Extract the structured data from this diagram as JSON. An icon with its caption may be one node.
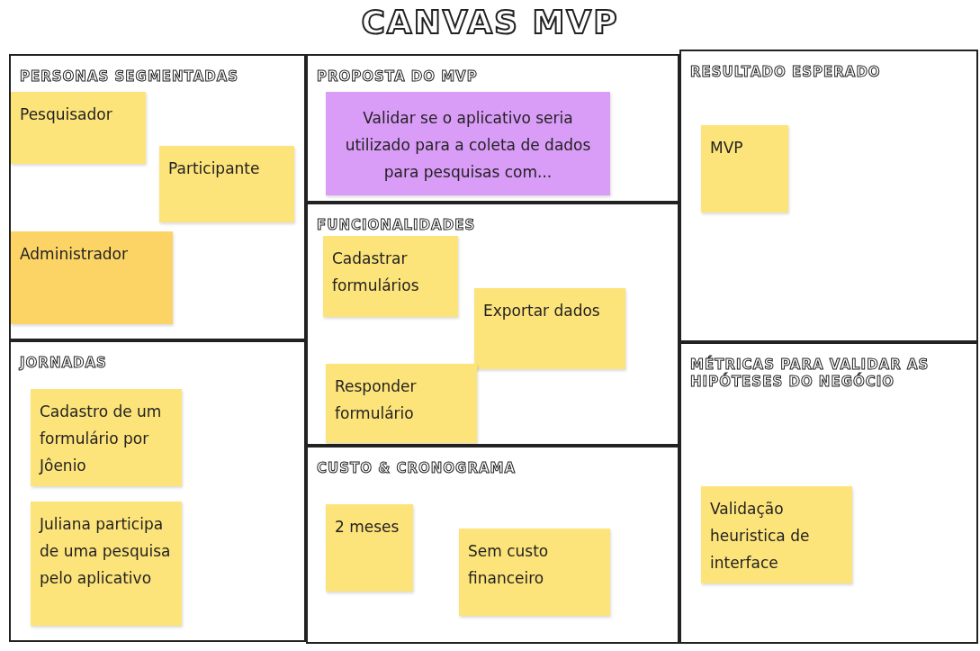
{
  "diagram": {
    "title": "CANVAS MVP",
    "nodes": [
      {
        "text": [
          "PERSONAS SEGMENTADAS"
        ]
      },
      {
        "text": [
          "Pesquisador"
        ],
        "in": 0
      },
      {
        "text": [
          "Participante"
        ],
        "in": 0
      },
      {
        "text": [
          "Administrador"
        ],
        "in": 0
      },
      {
        "text": [
          "PROPOSTA DO MVP"
        ]
      },
      {
        "text": [
          "Validar se o aplicativo seria utilizado para a coleta de dados para pesquisas com..."
        ],
        "in": 4
      },
      {
        "text": [
          "RESULTADO ESPERADO"
        ]
      },
      {
        "text": [
          "MVP"
        ],
        "in": 6
      },
      {
        "text": [
          "FUNCIONALIDADES"
        ]
      },
      {
        "text": [
          "Cadastrar formulários"
        ],
        "in": 8
      },
      {
        "text": [
          "Exportar dados"
        ],
        "in": 8
      },
      {
        "text": [
          "Responder formulário"
        ],
        "in": 8
      },
      {
        "text": [
          "JORNADAS"
        ]
      },
      {
        "text": [
          "Cadastro de um formulário por Jôenio"
        ],
        "in": 12
      },
      {
        "text": [
          "Juliana participa de uma pesquisa pelo aplicativo"
        ],
        "in": 12
      },
      {
        "text": [
          "MÉTRICAS PARA VALIDAR AS HIPÓTESES DO NEGÓCIO"
        ]
      },
      {
        "text": [
          "Validação heuristica de interface"
        ],
        "in": 15
      },
      {
        "text": [
          "CUSTO & CRONOGRAMA"
        ]
      },
      {
        "text": [
          "2 meses"
        ],
        "in": 17
      },
      {
        "text": [
          "Sem custo financeiro"
        ],
        "in": 17
      }
    ],
    "edges": []
  }
}
